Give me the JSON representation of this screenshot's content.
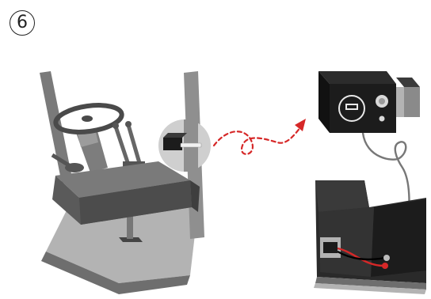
{
  "step": {
    "number": "6"
  },
  "colors": {
    "background": "#ffffff",
    "machine_dark": "#565656",
    "machine_mid": "#8a8a8a",
    "machine_light": "#b3b3b3",
    "device_black": "#1c1c1c",
    "arrow_red": "#d62828",
    "highlight_grey": "#cfcfcf"
  },
  "illustration": {
    "left_scene": "forklift-cab-with-sensor-unit",
    "connector": "dashed-red-arrow",
    "right_top": "control-box-with-display-and-knob",
    "right_bottom": "battery-with-wired-module"
  }
}
